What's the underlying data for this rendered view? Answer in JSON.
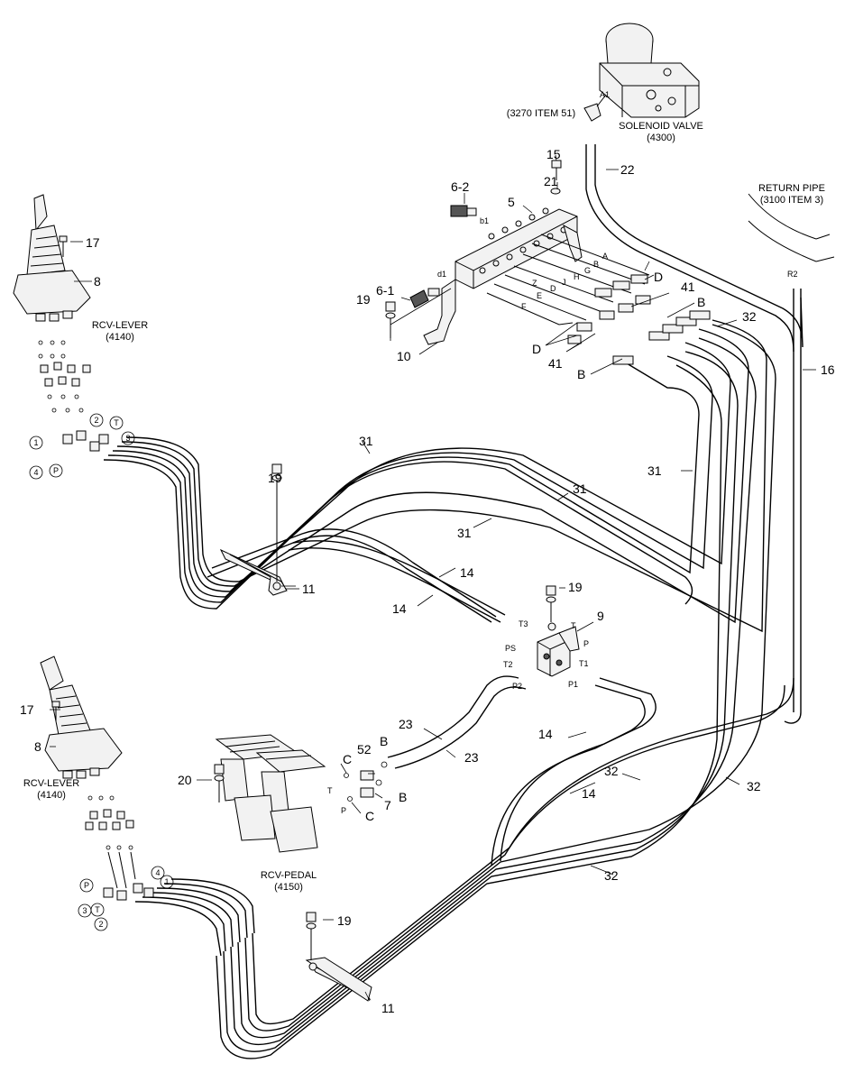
{
  "parts": {
    "rcv_lever_top": {
      "title": "RCV-LEVER",
      "code": "(4140)"
    },
    "rcv_lever_bottom": {
      "title": "RCV-LEVER",
      "code": "(4140)"
    },
    "rcv_pedal": {
      "title": "RCV-PEDAL",
      "code": "(4150)"
    },
    "solenoid_valve": {
      "title": "SOLENOID VALVE",
      "code": "(4300)"
    },
    "return_pipe": {
      "title": "RETURN PIPE",
      "code": "(3100 ITEM 3)"
    },
    "item_ref": "(3270 ITEM 51)"
  },
  "callouts": {
    "n5": "5",
    "n6_1": "6-1",
    "n6_2": "6-2",
    "n7": "7",
    "n8_top": "8",
    "n8_bottom": "8",
    "n9": "9",
    "n10": "10",
    "n11_top": "11",
    "n11_bottom": "11",
    "n14_a": "14",
    "n14_b": "14",
    "n14_c": "14",
    "n14_d": "14",
    "n15": "15",
    "n16": "16",
    "n17_top": "17",
    "n17_bottom": "17",
    "n19_a": "19",
    "n19_b": "19",
    "n19_c": "19",
    "n19_d": "19",
    "n20": "20",
    "n21": "21",
    "n22": "22",
    "n23_a": "23",
    "n23_b": "23",
    "n31_a": "31",
    "n31_b": "31",
    "n31_c": "31",
    "n31_d": "31",
    "n32_a": "32",
    "n32_b": "32",
    "n32_c": "32",
    "n32_d": "32",
    "n41_a": "41",
    "n41_b": "41",
    "n52": "52"
  },
  "letters": {
    "D_top": "D",
    "D_bottom": "D",
    "B_top": "B",
    "B_bottom": "B",
    "B_mid1": "B",
    "B_mid2": "B",
    "C_1": "C",
    "C_2": "C"
  },
  "ports": {
    "A1": "A1",
    "R2": "R2",
    "b1": "b1",
    "d1": "d1",
    "A": "A",
    "B": "B",
    "G": "G",
    "H": "H",
    "J": "J",
    "D": "D",
    "E": "E",
    "F": "F",
    "Z": "Z",
    "T3": "T3",
    "PS": "PS",
    "T2": "T2",
    "P2": "P2",
    "T1": "T1",
    "P1": "P1",
    "T": "T",
    "P": "P",
    "pedal_T": "T",
    "pedal_P": "P"
  },
  "circled": {
    "top": [
      "1",
      "2",
      "T",
      "3",
      "4",
      "P"
    ],
    "bottom": [
      "P",
      "3",
      "T",
      "2",
      "4",
      "1"
    ]
  }
}
